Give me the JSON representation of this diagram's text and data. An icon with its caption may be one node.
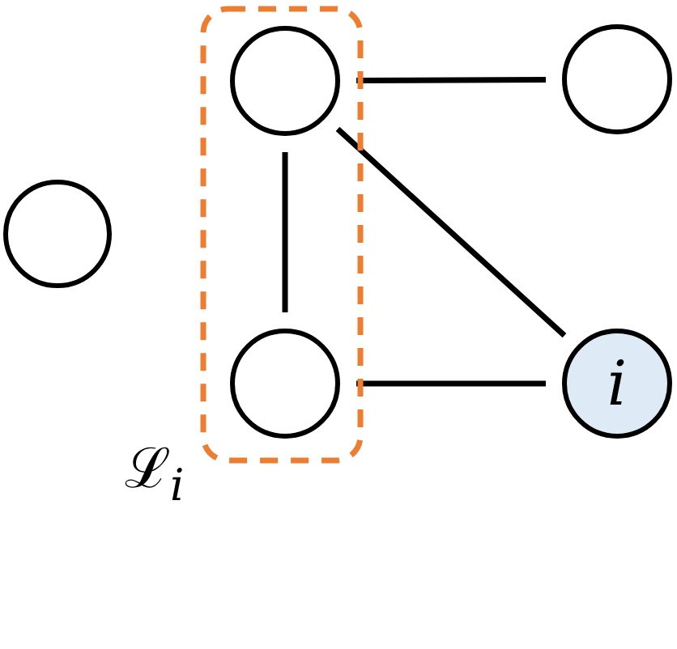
{
  "diagram": {
    "nodes": [
      {
        "text": [],
        "shape": "circle"
      },
      {
        "text": [
          "ℒ$_{i}$"
        ]
      },
      {
        "text": [],
        "shape": "circle",
        "in": 1
      },
      {
        "text": [],
        "shape": "circle",
        "in": 1
      },
      {
        "text": [],
        "shape": "circle"
      },
      {
        "text": [
          "i"
        ]
      }
    ],
    "edges": [
      {
        "from": 2,
        "to": 4,
        "arrow": "none"
      },
      {
        "from": 2,
        "to": 3,
        "arrow": "none"
      },
      {
        "from": 2,
        "to": 5,
        "arrow": "none"
      },
      {
        "from": 3,
        "to": 5,
        "arrow": "none"
      }
    ]
  }
}
